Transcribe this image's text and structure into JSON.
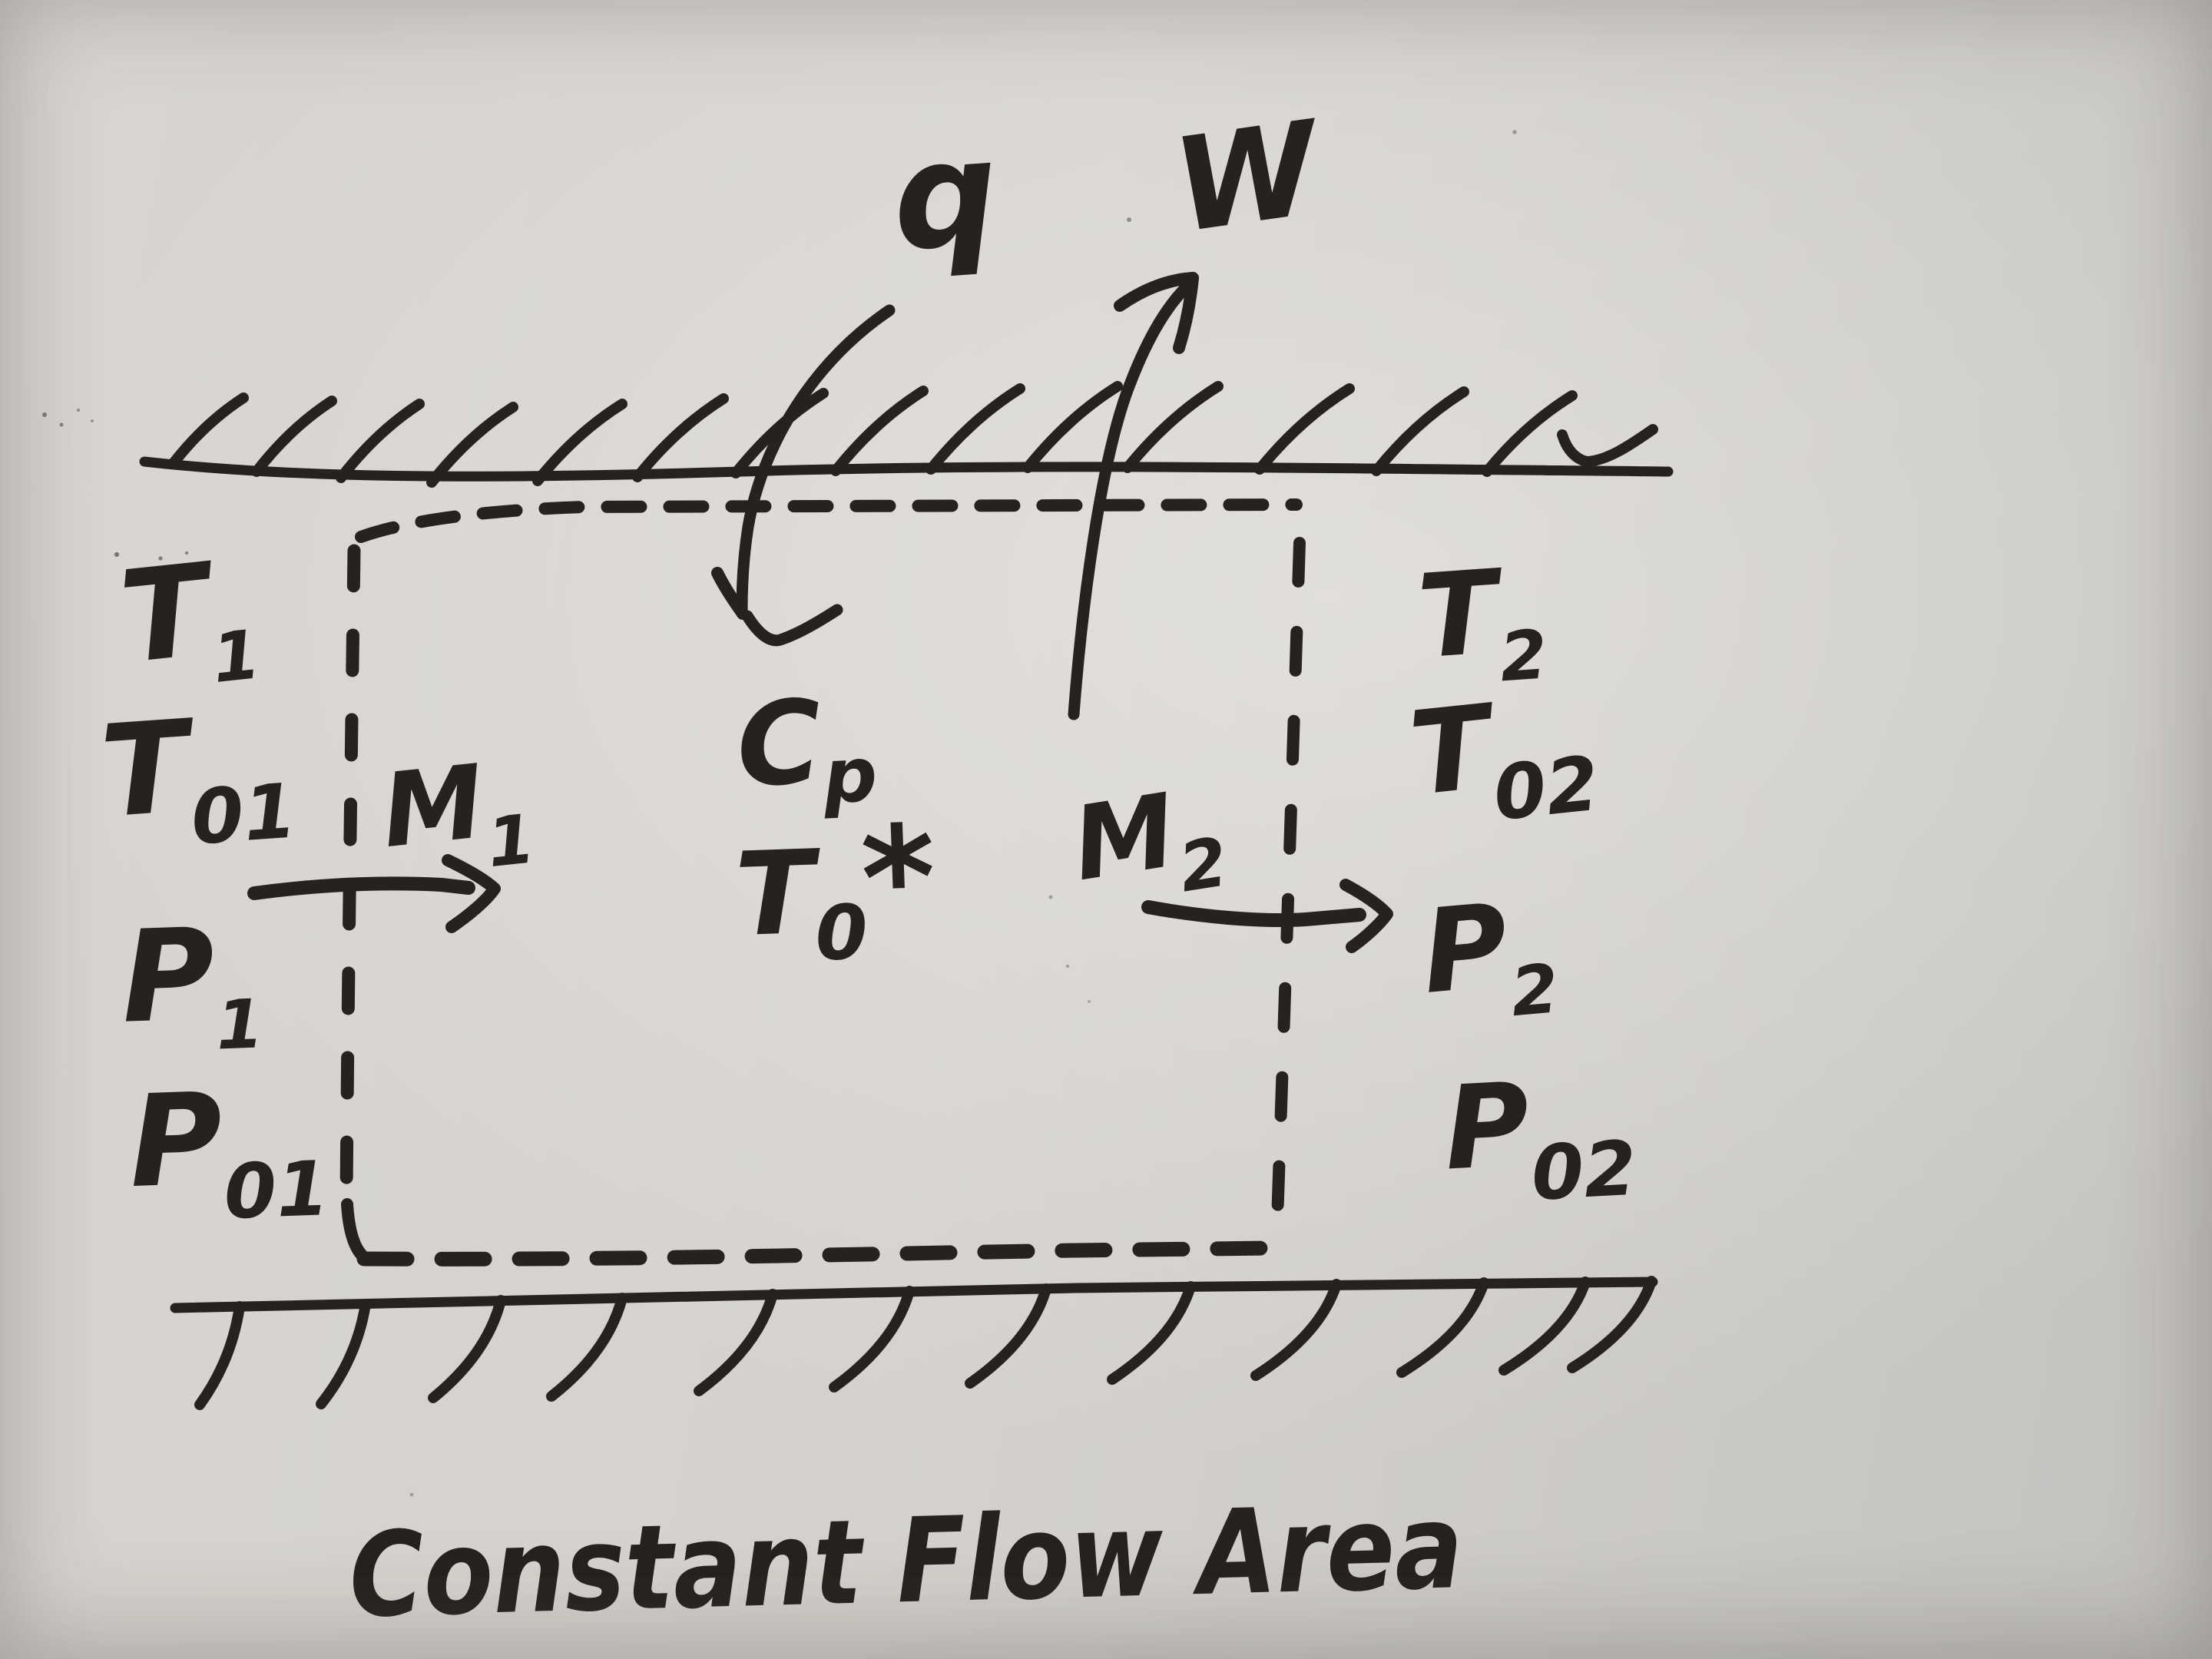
{
  "caption": "Constant Flow Area",
  "flows": {
    "heat_label": "q",
    "work_label": "W"
  },
  "inlet": {
    "temperature": {
      "base": "T",
      "sub": "1"
    },
    "stagnation_temperature": {
      "base": "T",
      "sub": "01"
    },
    "pressure": {
      "base": "P",
      "sub": "1"
    },
    "stagnation_pressure": {
      "base": "P",
      "sub": "01"
    },
    "mass_flow": {
      "base": "M",
      "sub": "1"
    }
  },
  "outlet": {
    "temperature": {
      "base": "T",
      "sub": "2"
    },
    "stagnation_temperature": {
      "base": "T",
      "sub": "02"
    },
    "pressure": {
      "base": "P",
      "sub": "2"
    },
    "stagnation_pressure": {
      "base": "P",
      "sub": "02"
    },
    "mass_flow": {
      "base": "M",
      "sub": "2"
    }
  },
  "interior": {
    "specific_heat": {
      "base": "C",
      "sub": "p"
    },
    "sonic_stagnation_temperature": {
      "base": "T",
      "sub": "0",
      "sup": "*"
    }
  },
  "colors": {
    "marker": "#26221f",
    "board_light": "#d8d5d1",
    "board_dark": "#c4c2bf"
  }
}
